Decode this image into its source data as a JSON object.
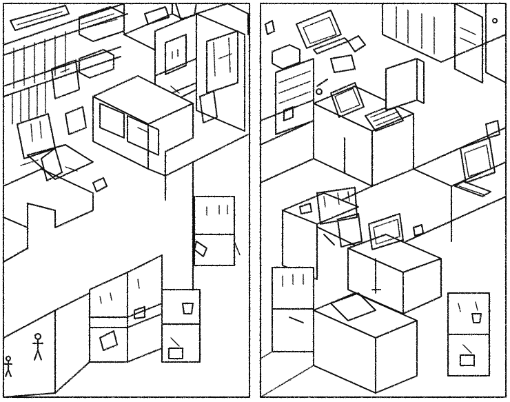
{
  "panels": [
    {
      "id": "left",
      "description_name": "office-scene-left"
    },
    {
      "id": "right",
      "description_name": "office-scene-right"
    }
  ],
  "colors": {
    "ink": "#111111",
    "paper": "#ffffff"
  }
}
